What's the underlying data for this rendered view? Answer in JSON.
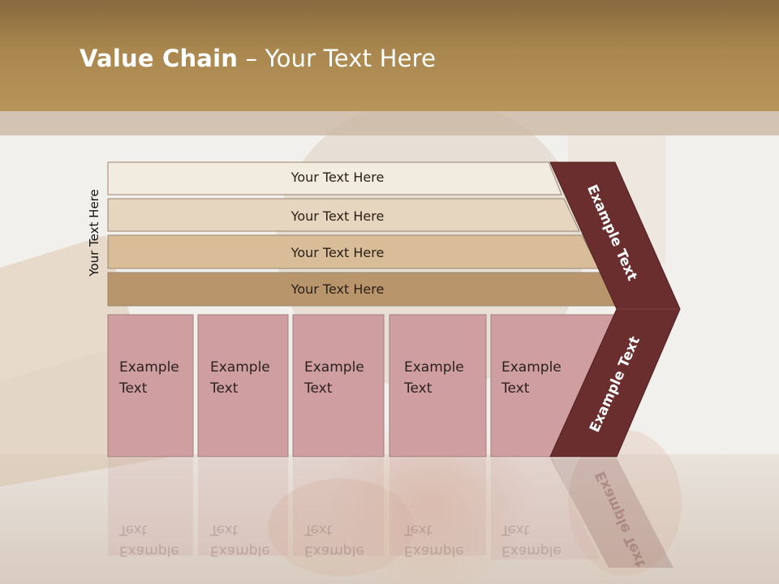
{
  "title": {
    "bold": "Value Chain",
    "rest": " – Your Text Here"
  },
  "side_label": "Your Text Here",
  "rows": [
    {
      "label": "Your Text Here"
    },
    {
      "label": "Your Text Here"
    },
    {
      "label": "Your Text Here"
    },
    {
      "label": "Your Text Here"
    }
  ],
  "boxes": [
    {
      "line1": "Example",
      "line2": "Text"
    },
    {
      "line1": "Example",
      "line2": "Text"
    },
    {
      "line1": "Example",
      "line2": "Text"
    },
    {
      "line1": "Example",
      "line2": "Text"
    },
    {
      "line1": "Example",
      "line2": "Text"
    }
  ],
  "arrow": {
    "upper_label": "Example Text",
    "lower_label": "Example Text"
  },
  "colors": {
    "header": "#a9874e",
    "row1": "#f2ebdf",
    "row2": "#e6d6bf",
    "row3": "#d8bd98",
    "row4": "#b8956a",
    "box": "#cf9ea0",
    "arrow": "#6b2e2f"
  }
}
